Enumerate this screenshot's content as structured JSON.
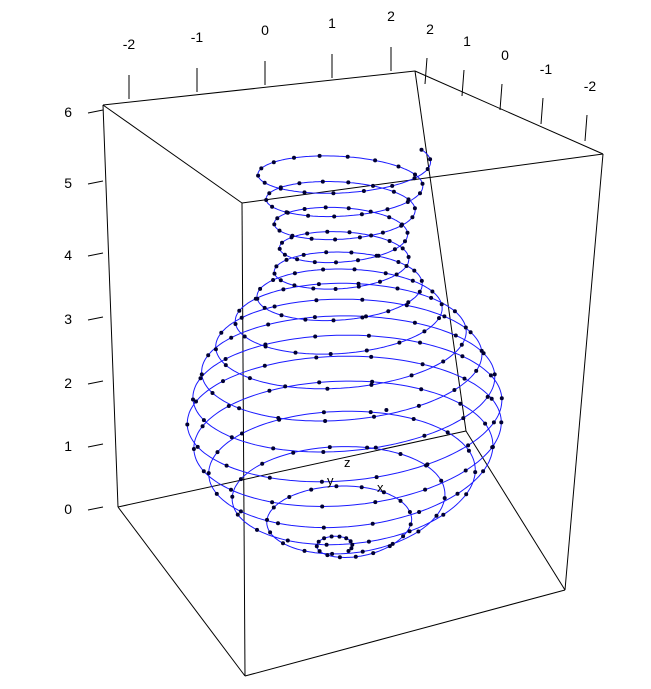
{
  "chart_data": {
    "type": "scatter",
    "subtype": "3d-scatter-with-line",
    "title": "",
    "point_color": "#000033",
    "line_color": "#1a1aff",
    "box_color": "#000000",
    "axes": {
      "x": {
        "label": "x",
        "ticks": [
          -2,
          -1,
          0,
          1,
          2
        ],
        "tick_labels": [
          "-2",
          "-1",
          "0",
          "1",
          "2"
        ],
        "range": [
          -2.2,
          2.2
        ]
      },
      "y": {
        "label": "y",
        "ticks": [
          2,
          1,
          0,
          -1,
          -2
        ],
        "tick_labels": [
          "2",
          "1",
          "0",
          "-1",
          "-2"
        ],
        "range": [
          -2.2,
          2.2
        ]
      },
      "z": {
        "label": "z",
        "ticks": [
          0,
          1,
          2,
          3,
          4,
          5,
          6
        ],
        "tick_labels": [
          "0",
          "1",
          "2",
          "3",
          "4",
          "5",
          "6"
        ],
        "range": [
          0,
          6.2
        ]
      }
    },
    "series": [
      {
        "generator": "spiral",
        "turns": 16,
        "points_per_turn": 18,
        "z_range": [
          0,
          5.8
        ],
        "radius_profile": {
          "z": [
            0.0,
            0.35,
            1.0,
            1.5,
            2.0,
            2.6,
            3.2,
            3.7,
            4.2,
            4.6,
            5.0,
            5.4,
            5.8
          ],
          "r": [
            0.0,
            0.8,
            1.55,
            1.85,
            1.95,
            1.8,
            1.5,
            1.1,
            0.8,
            0.75,
            0.85,
            0.95,
            1.05
          ]
        },
        "values": []
      }
    ],
    "isolated_point": {
      "x": 0.3,
      "y": -0.6,
      "z": 2.3
    },
    "grid": false,
    "legend": "none"
  }
}
